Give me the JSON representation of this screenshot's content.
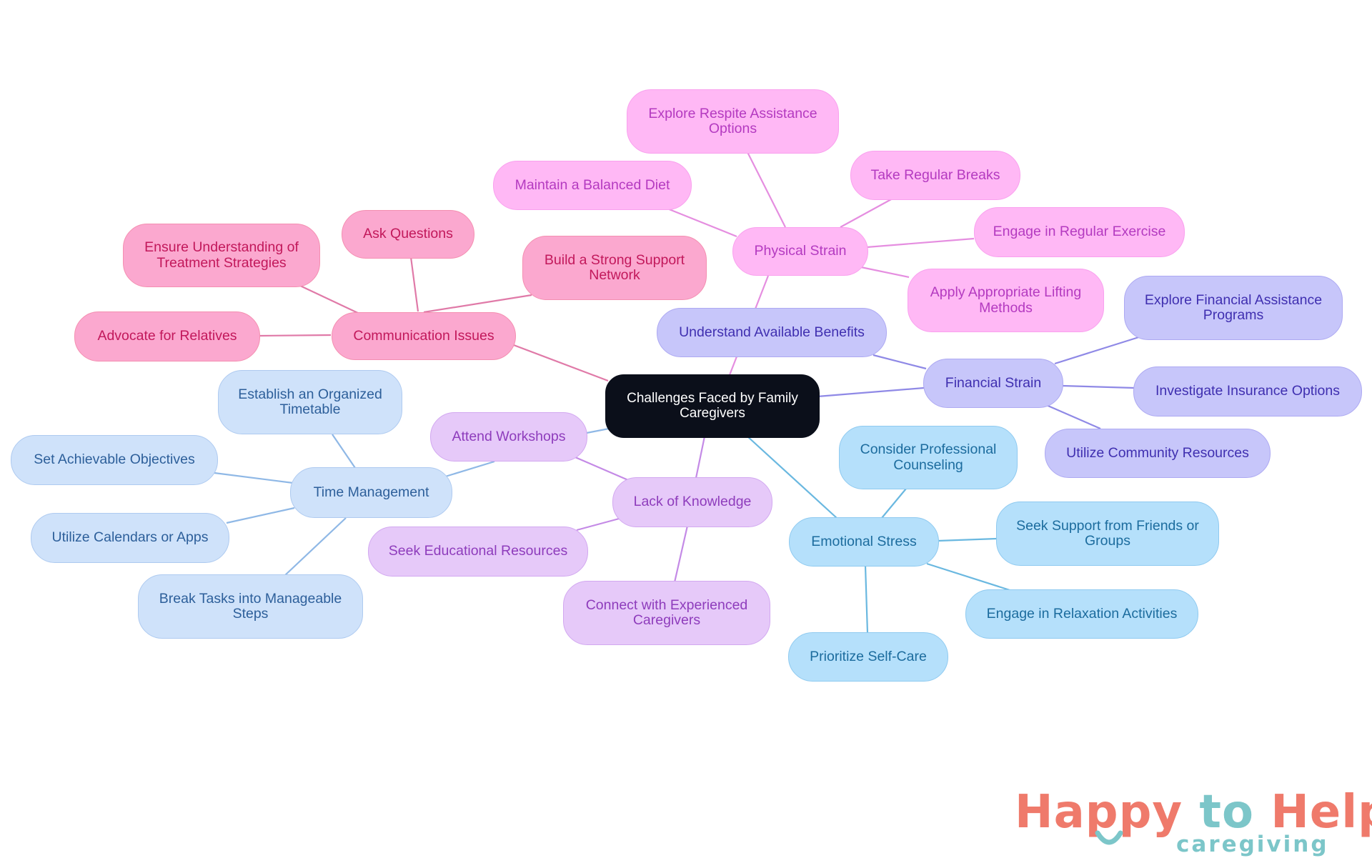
{
  "root": "Challenges Faced by Family Caregivers",
  "branches": {
    "communication": {
      "label": "Communication Issues",
      "children": [
        "Ensure Understanding of Treatment Strategies",
        "Ask Questions",
        "Build a Strong Support Network",
        "Advocate for Relatives"
      ]
    },
    "physical": {
      "label": "Physical Strain",
      "children": [
        "Explore Respite Assistance Options",
        "Maintain a Balanced Diet",
        "Take Regular Breaks",
        "Engage in Regular Exercise",
        "Apply Appropriate Lifting Methods"
      ]
    },
    "financial": {
      "label": "Financial Strain",
      "children": [
        "Understand Available Benefits",
        "Explore Financial Assistance Programs",
        "Investigate Insurance Options",
        "Utilize Community Resources"
      ]
    },
    "emotional": {
      "label": "Emotional Stress",
      "children": [
        "Consider Professional Counseling",
        "Seek Support from Friends or Groups",
        "Engage in Relaxation Activities",
        "Prioritize Self-Care"
      ]
    },
    "knowledge": {
      "label": "Lack of Knowledge",
      "children": [
        "Attend Workshops",
        "Seek Educational Resources",
        "Connect with Experienced Caregivers"
      ]
    },
    "time": {
      "label": "Time Management",
      "children": [
        "Establish an Organized Timetable",
        "Set Achievable Objectives",
        "Utilize Calendars or Apps",
        "Break Tasks into Manageable Steps"
      ]
    }
  },
  "colors": {
    "communication_edge": "#e07aa8",
    "physical_edge": "#e58ee0",
    "financial_edge": "#8f89e6",
    "emotional_edge": "#6ab8e0",
    "knowledge_edge": "#c48ae6",
    "time_edge": "#8fb8e6"
  },
  "logo": {
    "word_happy": "Happy",
    "word_to": "to",
    "word_help": "Help",
    "sub": "caregiving"
  }
}
